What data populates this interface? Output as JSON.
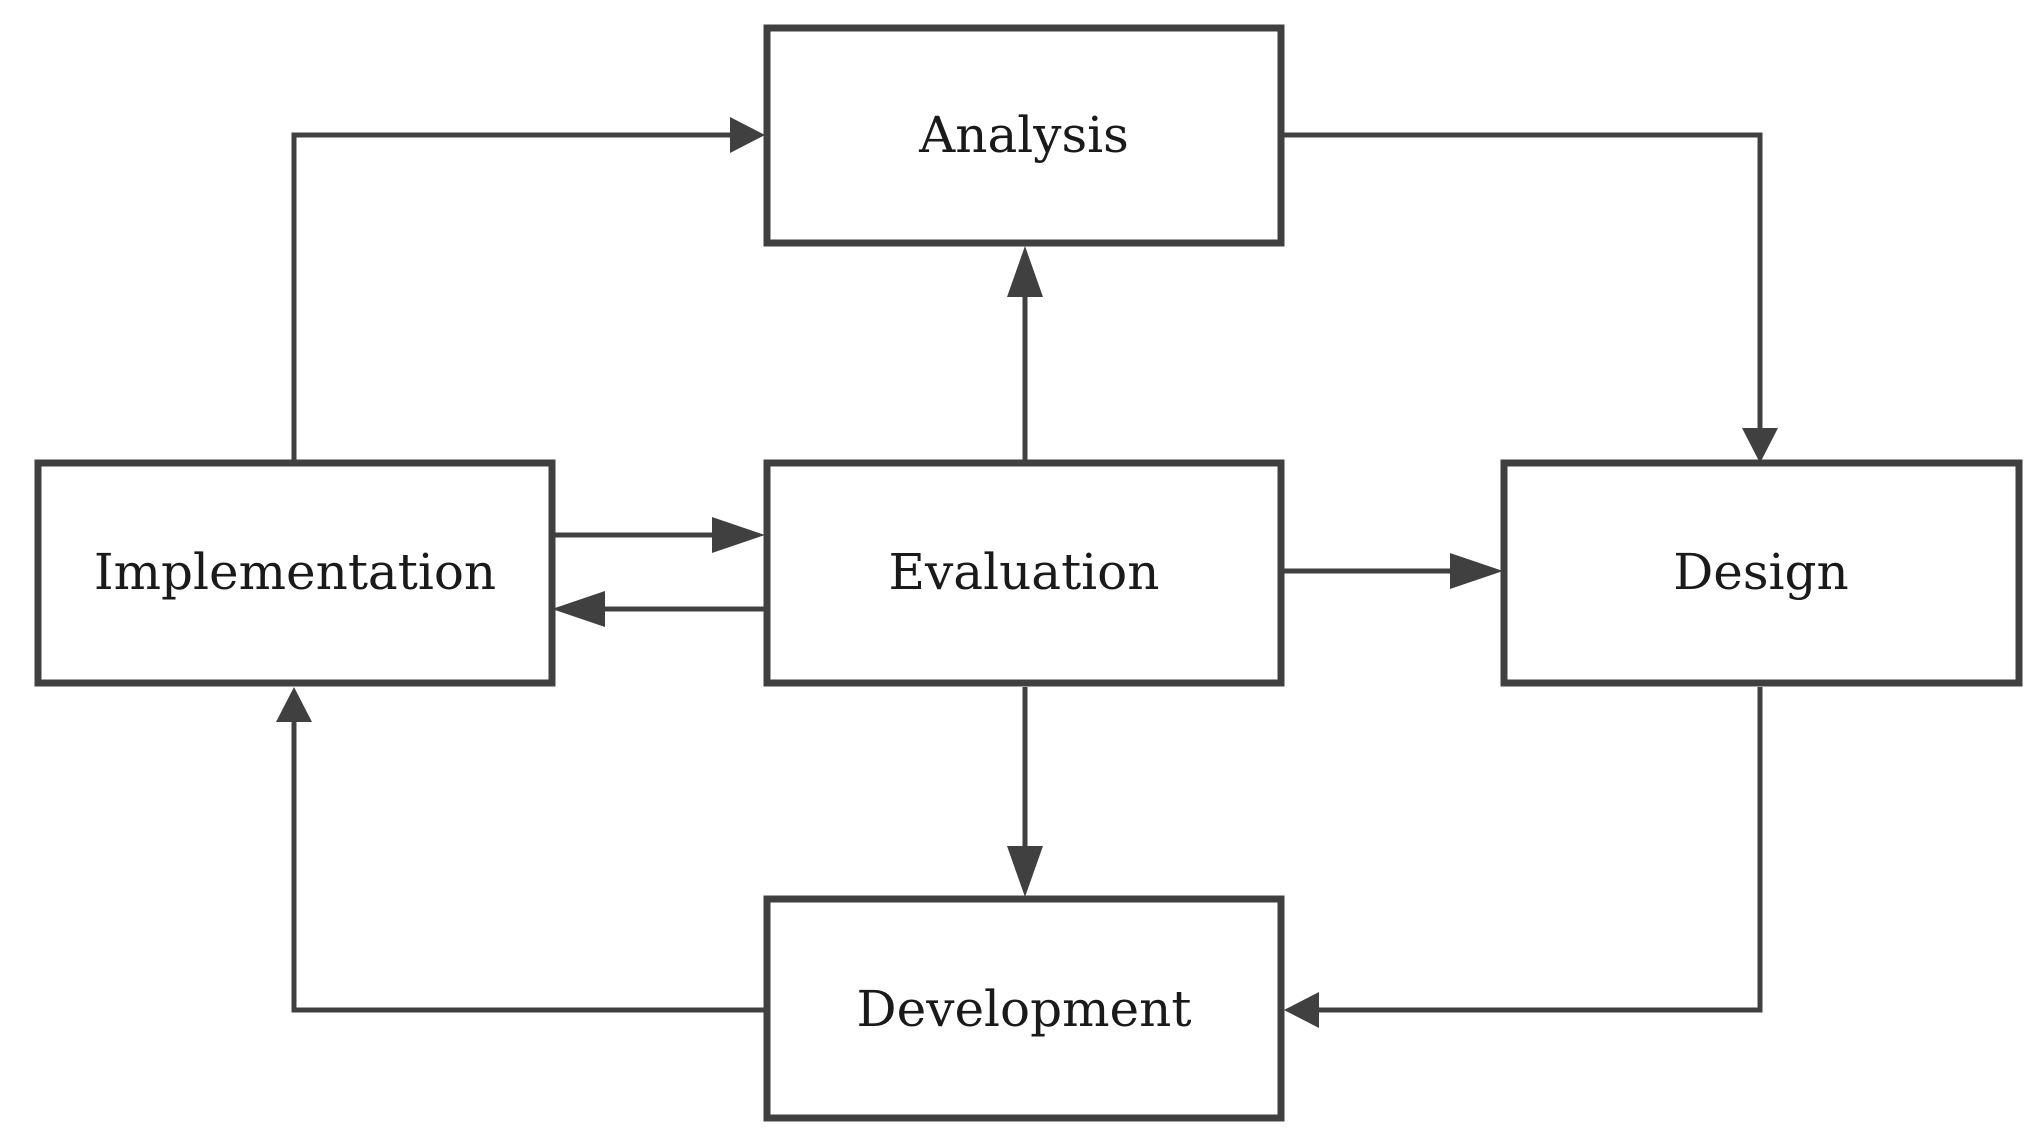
{
  "diagram": {
    "line_color": "#404040",
    "nodes": {
      "analysis": {
        "label": "Analysis"
      },
      "design": {
        "label": "Design"
      },
      "development": {
        "label": "Development"
      },
      "implementation": {
        "label": "Implementation"
      },
      "evaluation": {
        "label": "Evaluation"
      }
    },
    "edges": [
      {
        "from": "analysis",
        "to": "design"
      },
      {
        "from": "design",
        "to": "development"
      },
      {
        "from": "development",
        "to": "implementation"
      },
      {
        "from": "implementation",
        "to": "analysis"
      },
      {
        "from": "evaluation",
        "to": "analysis"
      },
      {
        "from": "evaluation",
        "to": "design"
      },
      {
        "from": "evaluation",
        "to": "development"
      },
      {
        "from": "evaluation",
        "to": "implementation"
      },
      {
        "from": "implementation",
        "to": "evaluation"
      }
    ]
  }
}
